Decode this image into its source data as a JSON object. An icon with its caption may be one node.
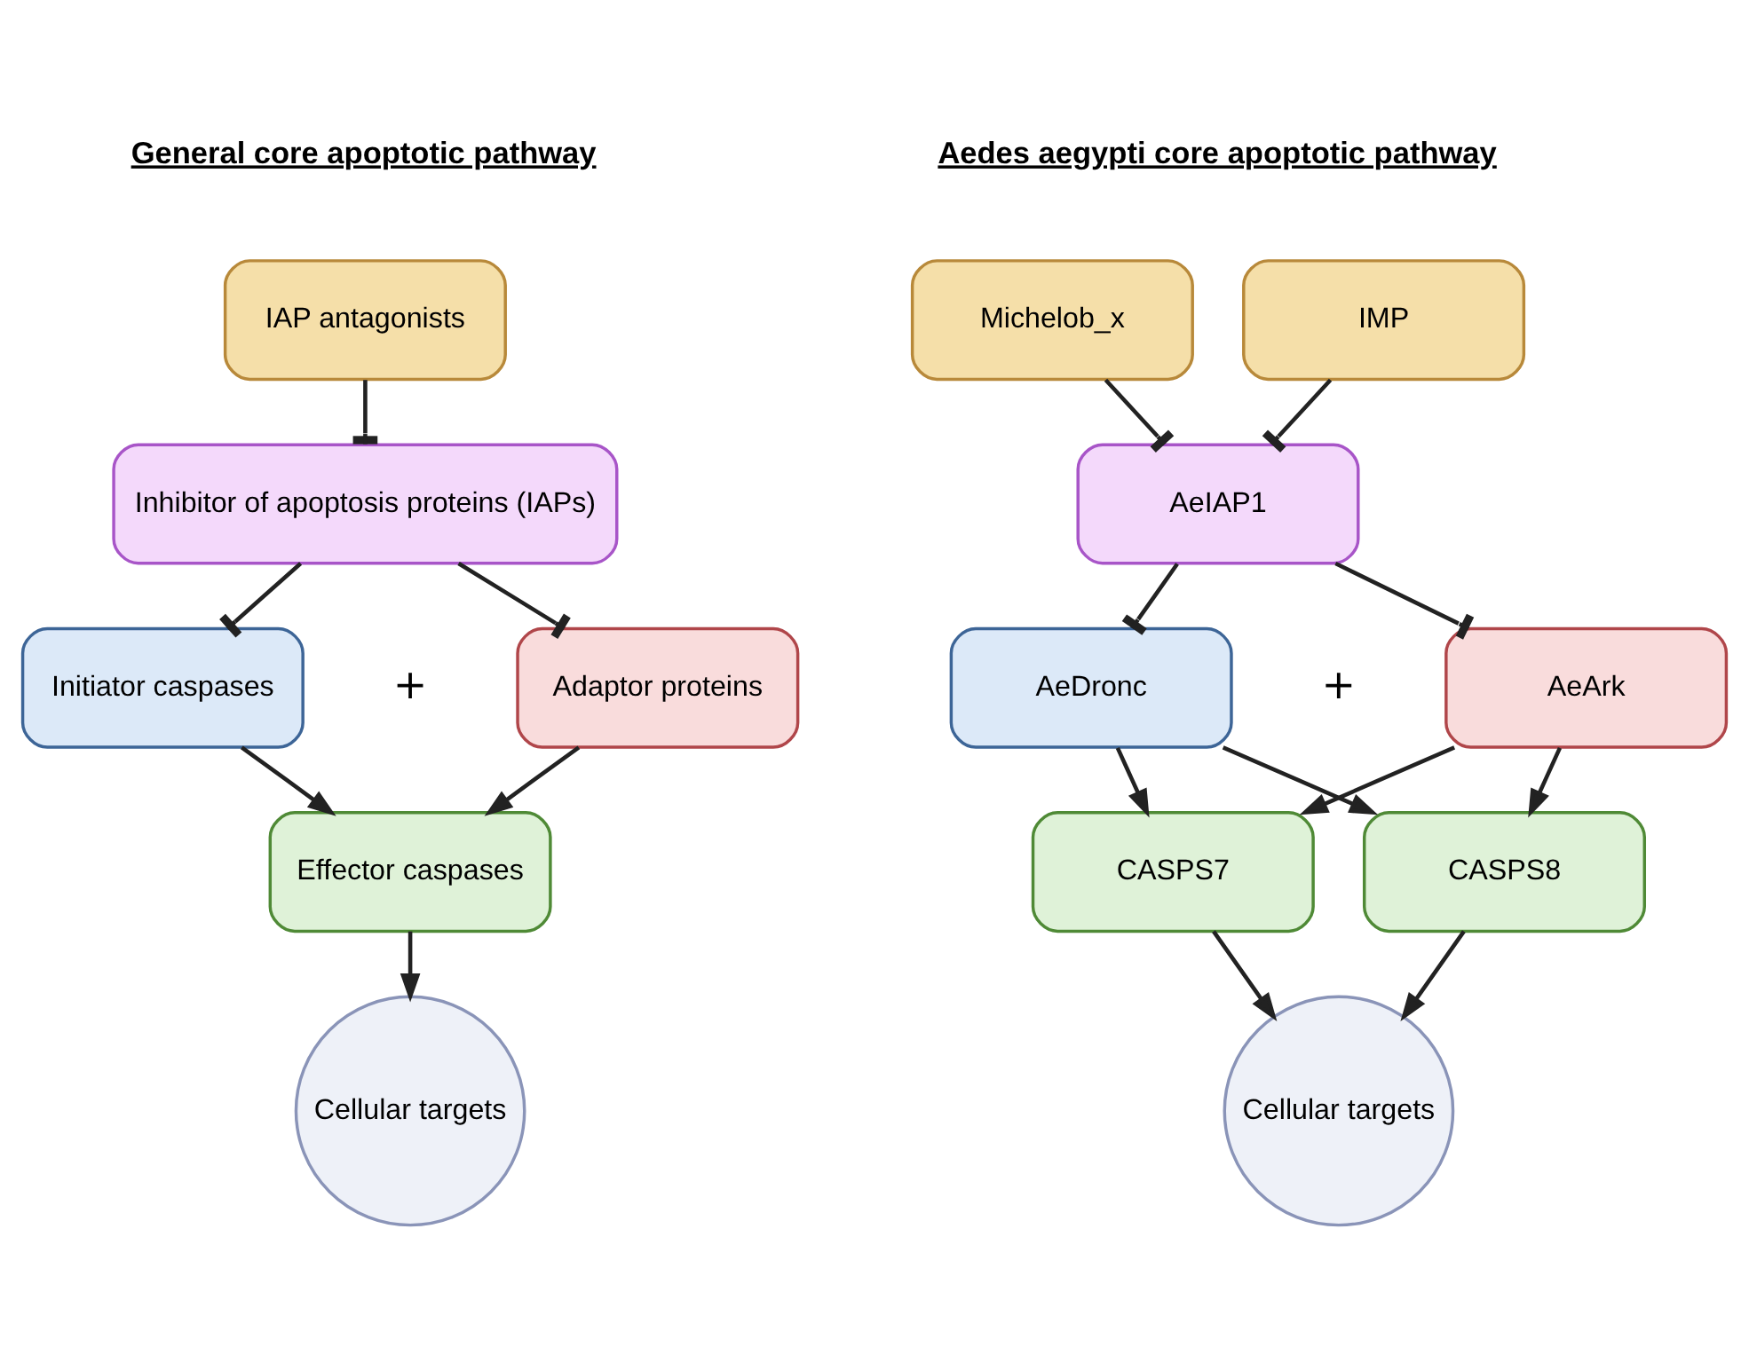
{
  "diagram": {
    "nodes": [
      {
        "text": [
          "IAP antagonists"
        ]
      },
      {
        "text": [
          "Inhibitor of apoptosis proteins (IAPs)"
        ]
      },
      {
        "text": [
          "Initiator caspases"
        ]
      },
      {
        "text": [
          "Adaptor proteins"
        ]
      },
      {
        "text": [
          "Effector caspases"
        ]
      },
      {
        "text": [
          "Cellular targets"
        ]
      },
      {
        "text": [
          "Michelob_x"
        ]
      },
      {
        "text": [
          "IMP"
        ]
      },
      {
        "text": [
          "AeIAP1"
        ]
      },
      {
        "text": [
          "AeDronc"
        ]
      },
      {
        "text": [
          "AeArk"
        ]
      },
      {
        "text": [
          "CASPS7"
        ]
      },
      {
        "text": [
          "CASPS8"
        ]
      },
      {
        "text": [
          "Cellular targets"
        ]
      }
    ],
    "edges": [
      {
        "from": 0,
        "to": 1,
        "arrow": "other"
      },
      {
        "from": 1,
        "to": 2,
        "arrow": "other"
      },
      {
        "from": 1,
        "to": 3,
        "arrow": "other"
      },
      {
        "from": 2,
        "to": 4,
        "arrow": "to"
      },
      {
        "from": 3,
        "to": 4,
        "arrow": "to"
      },
      {
        "from": 4,
        "to": 5,
        "arrow": "to"
      },
      {
        "from": 6,
        "to": 8,
        "arrow": "other"
      },
      {
        "from": 7,
        "to": 8,
        "arrow": "other"
      },
      {
        "from": 8,
        "to": 9,
        "arrow": "other"
      },
      {
        "from": 8,
        "to": 10,
        "arrow": "other"
      },
      {
        "from": 9,
        "to": 11,
        "arrow": "to"
      },
      {
        "from": 9,
        "to": 12,
        "arrow": "to"
      },
      {
        "from": 10,
        "to": 11,
        "arrow": "to"
      },
      {
        "from": 10,
        "to": 12,
        "arrow": "to"
      },
      {
        "from": 11,
        "to": 13,
        "arrow": "to"
      },
      {
        "from": 12,
        "to": 13,
        "arrow": "to"
      }
    ],
    "labels": [
      "General core apoptotic pathway",
      "Aedes aegypti core apoptotic pathway",
      "+",
      "+"
    ]
  }
}
